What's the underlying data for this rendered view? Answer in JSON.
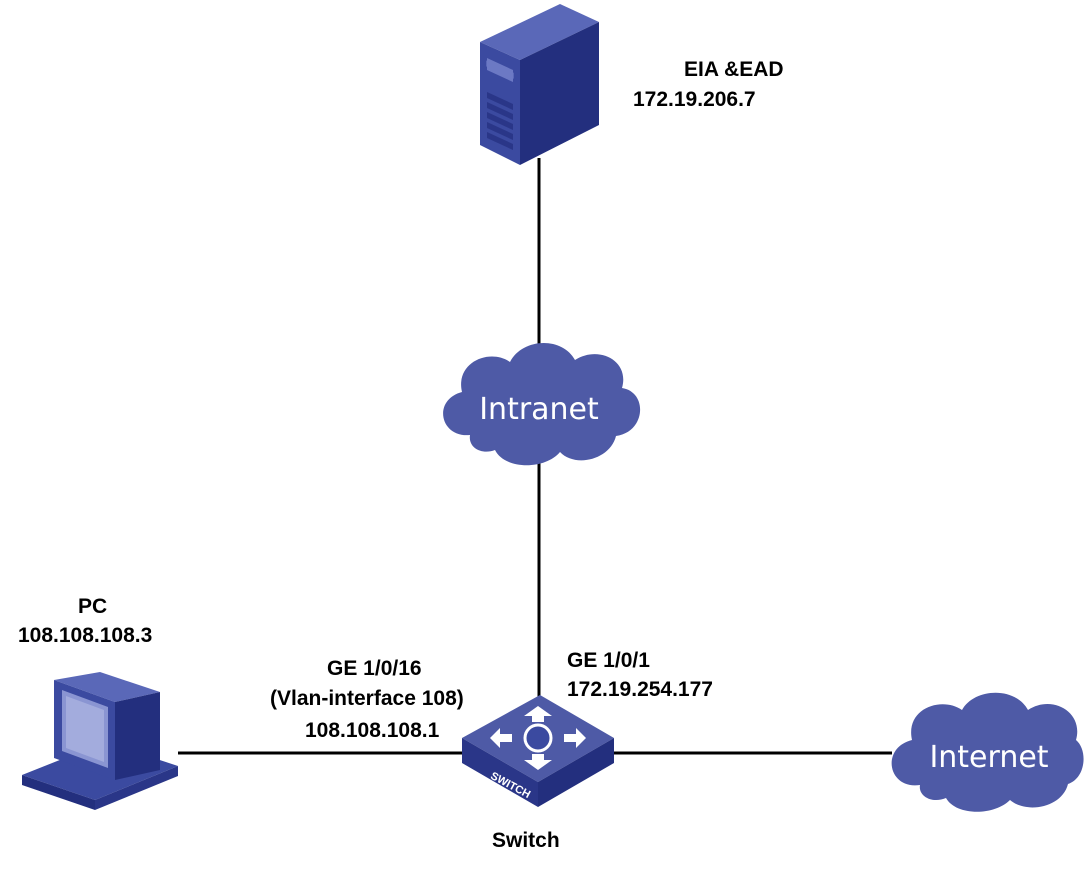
{
  "colors": {
    "device_dark": "#232f7e",
    "device_mid": "#3b4aa0",
    "device_light": "#5a68b8",
    "cloud": "#4e5aa6",
    "link": "#000000"
  },
  "server": {
    "icon": "server-icon",
    "name": "EIA &EAD",
    "ip": "172.19.206.7"
  },
  "intranet": {
    "icon": "cloud-icon",
    "label": "Intranet"
  },
  "internet": {
    "icon": "cloud-icon",
    "label": "Internet"
  },
  "pc": {
    "icon": "pc-icon",
    "name": "PC",
    "ip": "108.108.108.3"
  },
  "switch": {
    "icon": "switch-icon",
    "name": "Switch",
    "badge": "SWITCH",
    "left_port": {
      "name": "GE 1/0/16",
      "vlan": "(Vlan-interface 108)",
      "ip": "108.108.108.1"
    },
    "right_port": {
      "name": "GE 1/0/1",
      "ip": "172.19.254.177"
    }
  }
}
